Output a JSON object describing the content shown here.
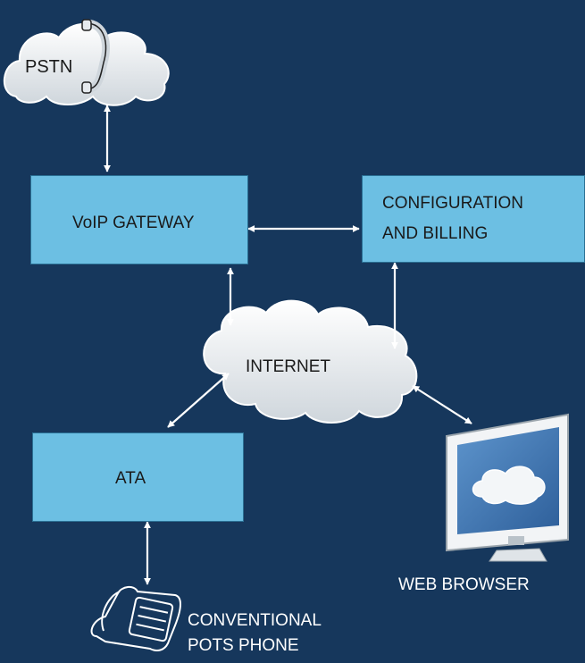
{
  "nodes": {
    "pstn": "PSTN",
    "gateway": "VoIP GATEWAY",
    "config_line1": "CONFIGURATION",
    "config_line2": "AND BILLING",
    "internet": "INTERNET",
    "ata": "ATA",
    "browser": "WEB BROWSER",
    "phone_line1": "CONVENTIONAL",
    "phone_line2": "POTS PHONE"
  },
  "icons": [
    "cloud-icon",
    "telephone-handset-icon",
    "monitor-icon",
    "desk-phone-icon",
    "bidirectional-arrow-icon"
  ],
  "colors": {
    "background": "#16375c",
    "box_fill": "#6cbfe3",
    "arrow": "#ffffff",
    "cloud": "#eef2f5"
  }
}
